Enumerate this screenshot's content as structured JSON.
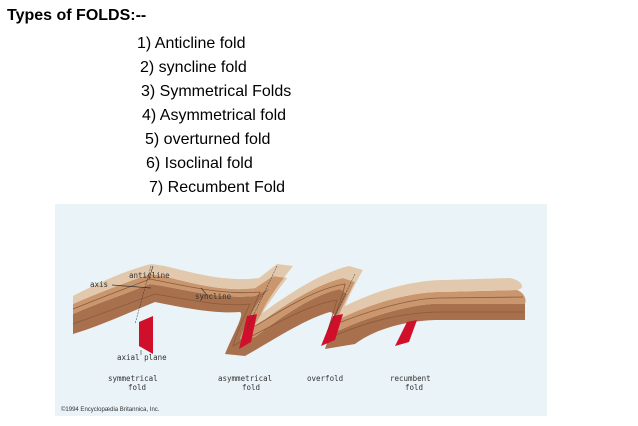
{
  "heading": "Types of FOLDS:--",
  "fold_types": [
    "1) Anticline fold",
    "2) syncline fold",
    "3) Symmetrical Folds",
    "4) Asymmetrical fold",
    "5) overturned fold",
    "6) Isoclinal fold",
    "7) Recumbent Fold"
  ],
  "figure": {
    "labels": {
      "anticline": "anticline",
      "axis": "axis",
      "syncline": "syncline",
      "axial_plane": "axial plane",
      "symmetrical": "symmetrical",
      "asymmetrical": "asymmetrical",
      "overfold": "overfold",
      "recumbent": "recumbent",
      "fold": "fold"
    },
    "copyright": "©1994 Encyclopædia Britannica, Inc.",
    "colors": {
      "background": "#eaf3f7",
      "top_layer": "#e2c9ad",
      "mid_layer": "#c9966e",
      "base_layer": "#a8704c",
      "axial_plane": "#d0102a"
    }
  }
}
